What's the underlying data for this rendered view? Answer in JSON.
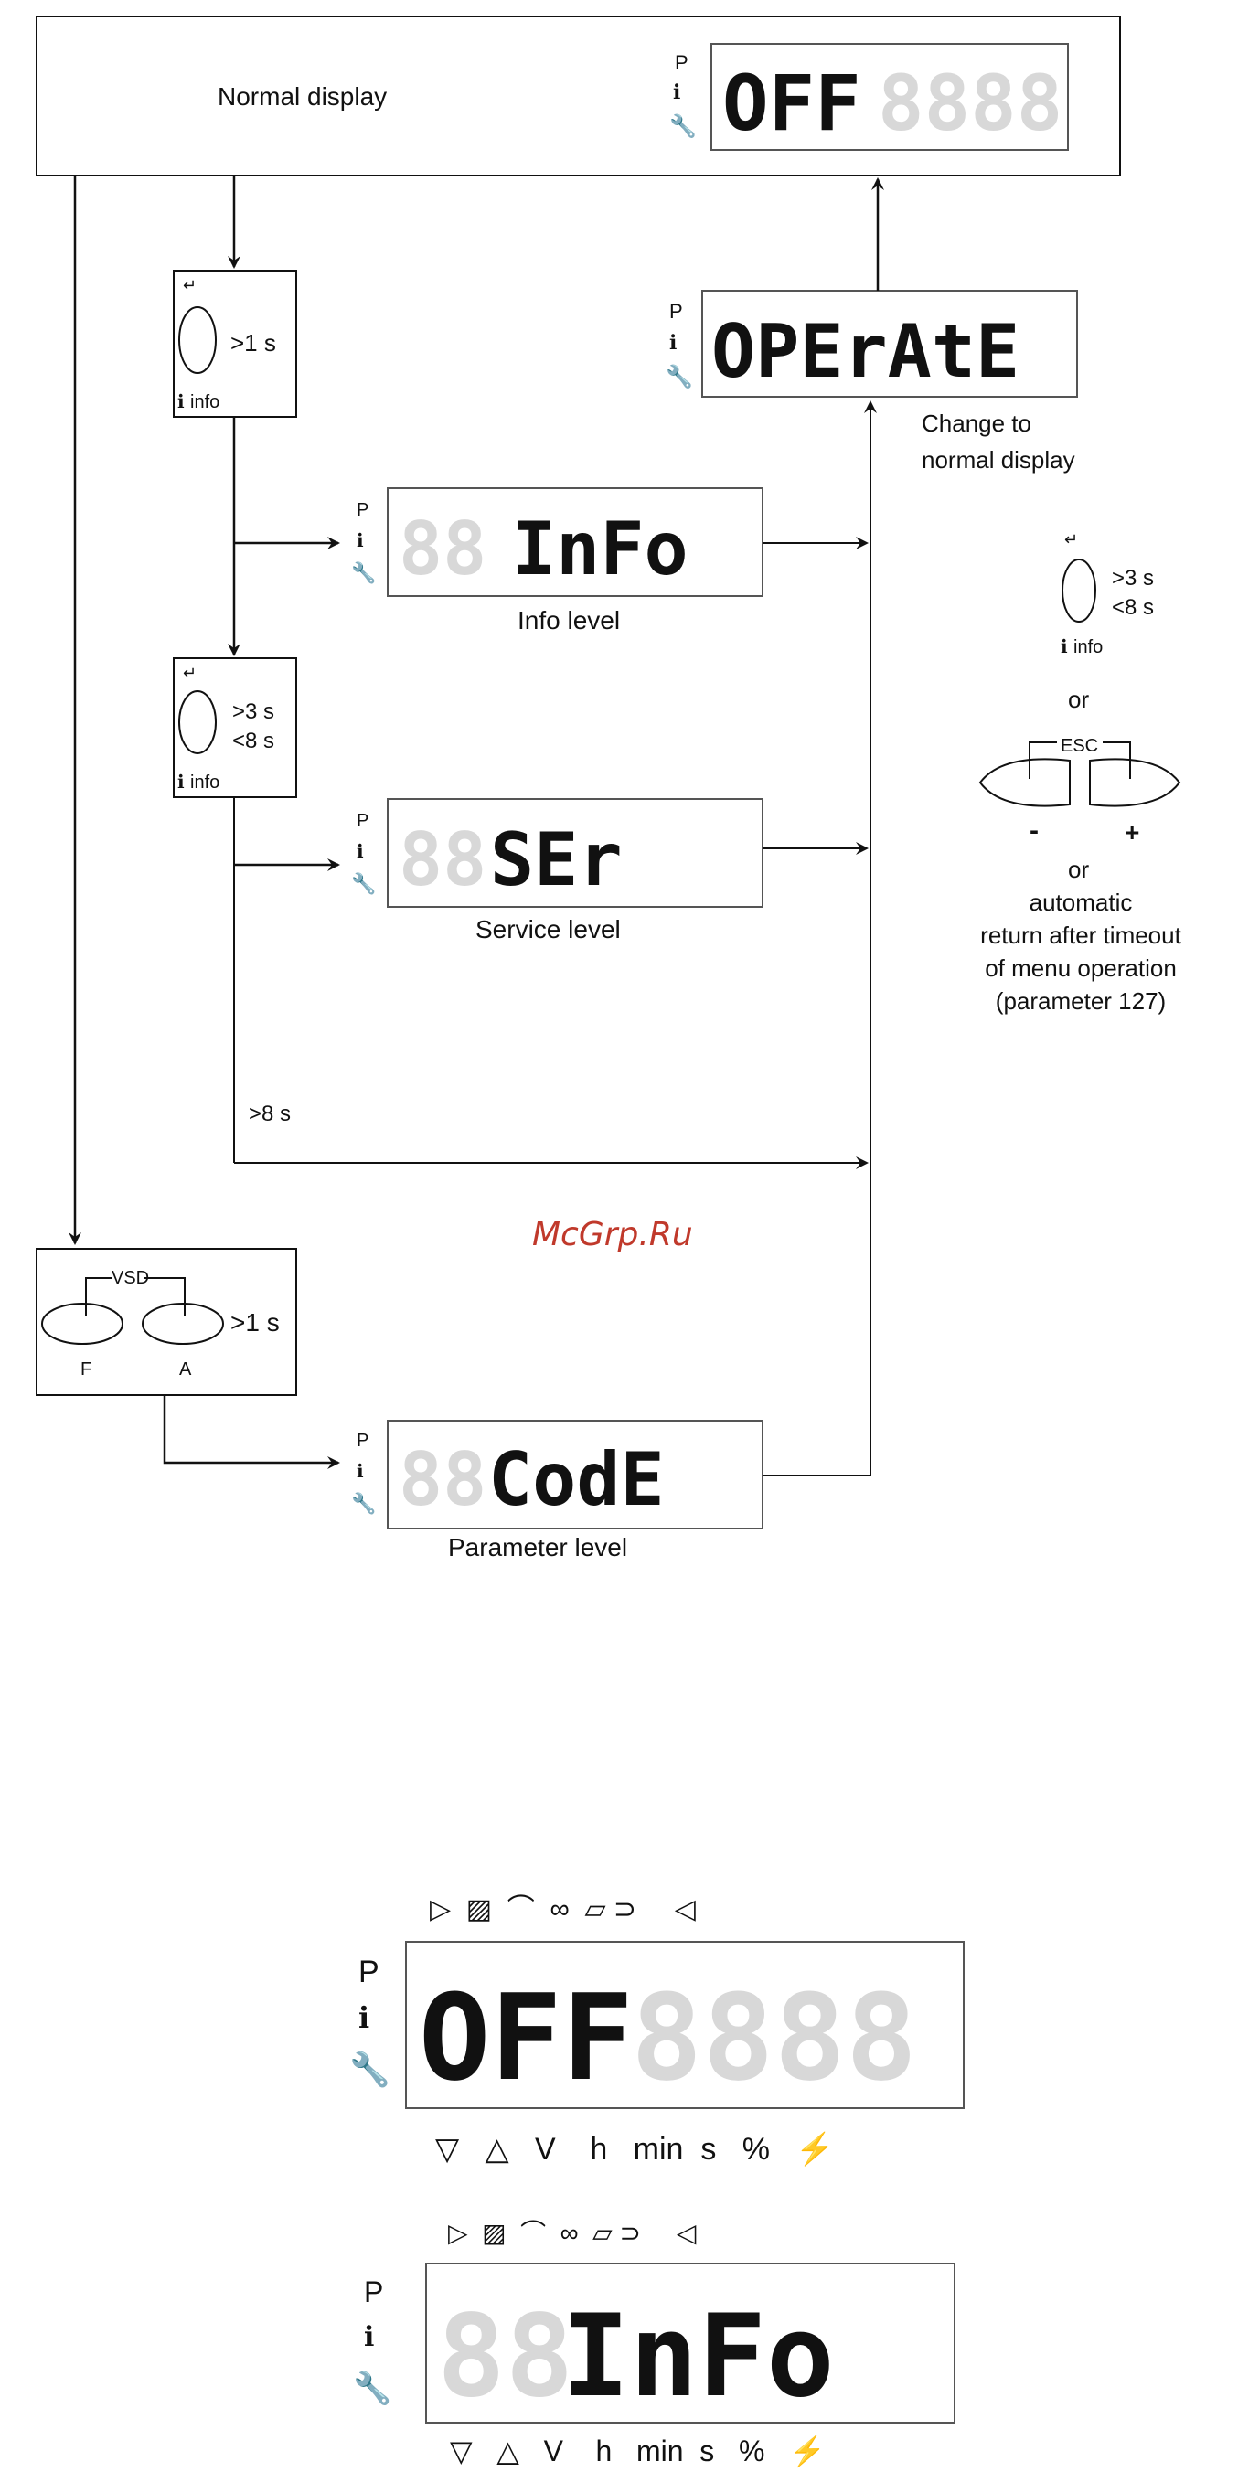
{
  "flow": {
    "normal_display": "Normal display",
    "change_to_line1": "Change to",
    "change_to_line2": "normal display",
    "info_level": "Info level",
    "service_level": "Service level",
    "parameter_level": "Parameter level",
    "gt8s": ">8 s",
    "watermark": "McGrp.Ru",
    "btn_gt1s": ">1 s",
    "btn_gt3s": ">3 s",
    "btn_lt8s": "<8 s",
    "info_text": "info",
    "vsd": "VSD",
    "f": "F",
    "a": "A",
    "esc": "ESC",
    "minus": "-",
    "plus": "+",
    "or1": "or",
    "or2": "or",
    "automatic": "automatic",
    "return_line": "return after timeout",
    "of_menu": "of menu operation",
    "param127": "(parameter 127)"
  },
  "displays": {
    "off": "OFF",
    "operate": "OPErAtE",
    "info": "InFo",
    "service": "SEr",
    "code": "CodE",
    "icon_p": "P"
  },
  "panels": {
    "units": [
      "▽",
      "△",
      "V",
      "h",
      "min",
      "s",
      "%",
      "⚡"
    ],
    "top_icons": [
      "▷",
      "▨",
      "⌒",
      "∞",
      "▱",
      "⊃",
      "◁"
    ],
    "panel1_text": "OFF",
    "panel2_text": "InFo"
  }
}
